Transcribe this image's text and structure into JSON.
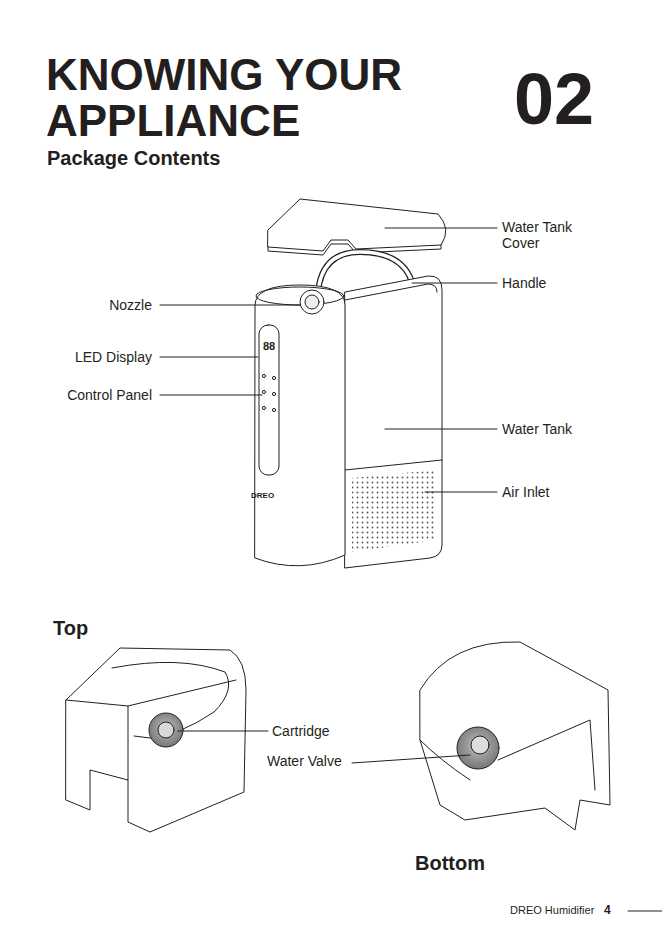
{
  "diagram": {
    "title": "KNOWING YOUR APPLIANCE",
    "labels": [
      "02",
      "Package Contents",
      "Water Tank Cover",
      "Handle",
      "Nozzle",
      "LED Display",
      "Control Panel",
      "88",
      "Water Tank",
      "DREO",
      "Air Inlet",
      "Top",
      "Cartridge",
      "Water Valve",
      "Bottom",
      "DREO Humidifier",
      "4"
    ]
  }
}
